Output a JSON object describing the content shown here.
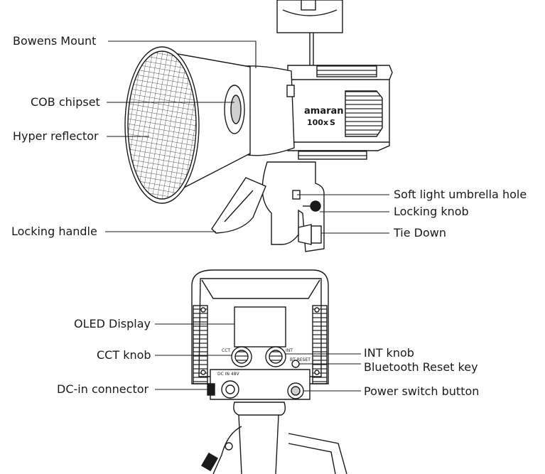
{
  "product": {
    "brand": "amaran",
    "model": "100x",
    "model_badge": "S"
  },
  "labels": {
    "bowens_mount": "Bowens Mount",
    "cob_chipset": "COB chipset",
    "hyper_reflector": "Hyper reflector",
    "locking_handle": "Locking handle",
    "soft_light_umbrella_hole": "Soft light umbrella hole",
    "locking_knob": "Locking knob",
    "tie_down": "Tie Down",
    "oled_display": "OLED Display",
    "cct_knob": "CCT knob",
    "dc_in_connector": "DC-in connector",
    "int_knob": "INT knob",
    "bluetooth_reset_key": "Bluetooth Reset key",
    "power_switch_button": "Power switch button"
  },
  "panel_markings": {
    "cct": "CCT",
    "int": "INT",
    "bt_reset": "BT RESET",
    "dc_in": "DC IN 48V"
  },
  "colors": {
    "line": "#1a1a1a",
    "fill": "#ffffff",
    "shade": "#cfcfcf"
  }
}
